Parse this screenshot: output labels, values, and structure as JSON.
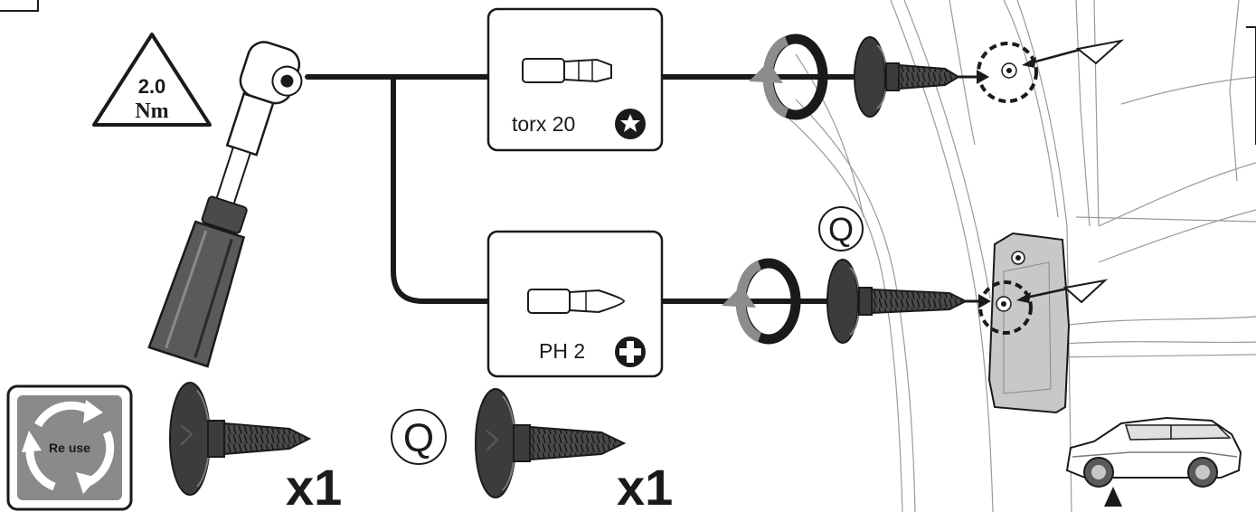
{
  "torque": {
    "value": "2.0",
    "unit": "Nm"
  },
  "bits": {
    "torx": {
      "label": "torx 20",
      "icon": "torx-star-icon"
    },
    "phillips": {
      "label": "PH 2",
      "icon": "phillips-cross-icon"
    }
  },
  "markers": {
    "new_part_symbol": "Q"
  },
  "reuse_badge": {
    "label": "Re use",
    "icon": "recycle-arrows-icon"
  },
  "fasteners": [
    {
      "name": "reused screw",
      "quantity": "x1"
    },
    {
      "name": "new screw",
      "quantity": "x1"
    }
  ],
  "colors": {
    "line": "#1a1a1a",
    "rotation_arrow": "#8c8c8c",
    "screw": "#3c3c3c",
    "panel": "#c8c8c8"
  }
}
